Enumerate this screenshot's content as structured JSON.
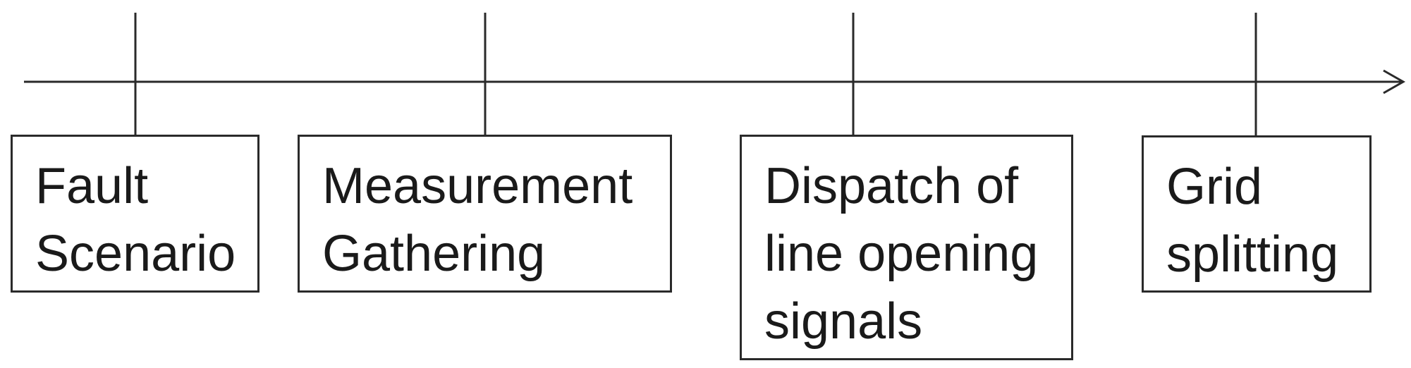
{
  "diagram": {
    "stages": [
      {
        "label": "Fault\nScenario"
      },
      {
        "label": "Measurement\nGathering"
      },
      {
        "label": "Dispatch of\nline opening\nsignals"
      },
      {
        "label": "Grid\nsplitting"
      }
    ],
    "line_color": "#2a2a2a",
    "text_color": "#1a1a1a"
  }
}
